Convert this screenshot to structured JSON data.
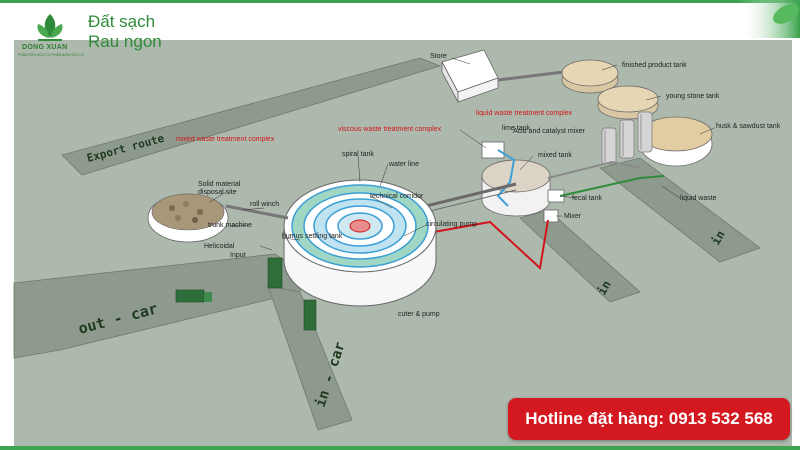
{
  "brand": {
    "name": "DONG XUAN",
    "subtitle": "PHÂN BÓN HỮU CƠ PHÂN BÓN HỮU CƠ",
    "slogan_line1": "Đất sạch",
    "slogan_line2": "Rau ngon"
  },
  "hotline": {
    "label": "Hotline đặt hàng: 0913 532 568"
  },
  "roads": {
    "export_route": "Export route",
    "out_car": "out - car",
    "in_car": "in - car",
    "in_right": "in",
    "in_middle": "in"
  },
  "labels": {
    "store": "Store",
    "finished_product_tank": "finished product tank",
    "young_stone_tank": "young stone tank",
    "liquid_waste_complex": "liquid waste treatment complex",
    "husk_sawdust_tank": "husk & sawdust tank",
    "viscous_waste_complex": "viscous waste treatment complex",
    "lime_tank": "lime tank",
    "acid_catalyst_mixer": "Acid and catalyst mixer",
    "mixed_waste_complex": "mixed waste treatment complex",
    "spiral_tank": "spiral tank",
    "water_line": "water line",
    "mixed_tank": "mixed tank",
    "solid_disposal": "Solid material disposal site",
    "roll_winch": "roll winch",
    "technical_corridor": "technical corridor",
    "fecal_tank": "fecal tank",
    "liquid_waste": "liquid waste",
    "trunk_machine": "trunk machine",
    "mixer": "Mixer",
    "humus_settling_tank": "humus settling tank",
    "circulating_pump": "circulating pump",
    "helicoidal": "Helicoidal",
    "input": "Input",
    "cuter_pump": "cuter & pump"
  },
  "colors": {
    "ground": "#aeb9ad",
    "road": "#8f9a8e",
    "brand_green": "#2f7d32",
    "accent_red": "#d0161b",
    "hotline_bg": "#d3191f",
    "water_blue": "#3c9fd6"
  }
}
